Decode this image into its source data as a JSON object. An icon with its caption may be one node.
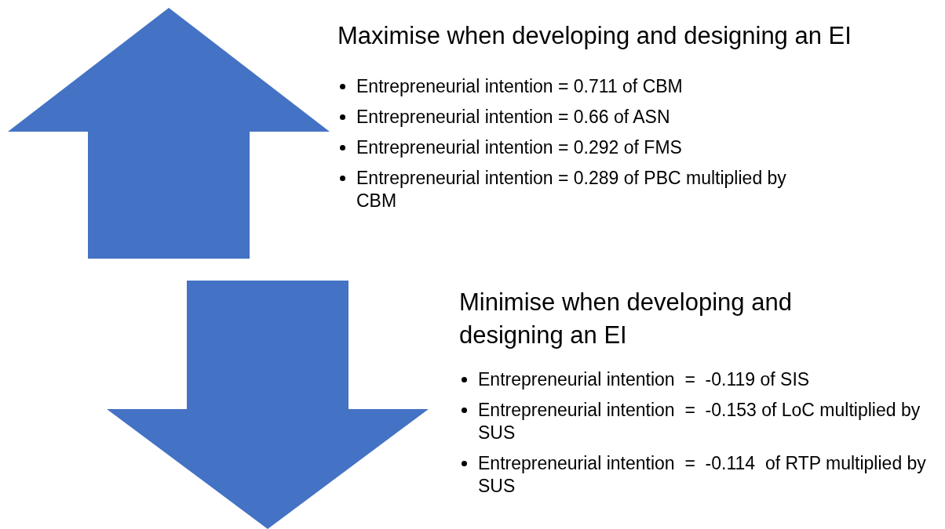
{
  "diagram": {
    "labels": [
      "Maximise when developing and designing an EI",
      "Entrepreneurial intention = 0.711 of CBM",
      "Entrepreneurial intention = 0.66 of ASN",
      "Entrepreneurial intention = 0.292 of FMS",
      "Entrepreneurial intention = 0.289 of PBC multiplied by CBM",
      "Minimise when developing and designing an EI",
      "Entrepreneurial intention  =  -0.119 of SIS",
      "Entrepreneurial intention  =  -0.153 of LoC multiplied by SUS",
      "Entrepreneurial intention  =  -0.114  of RTP multiplied by SUS"
    ]
  }
}
